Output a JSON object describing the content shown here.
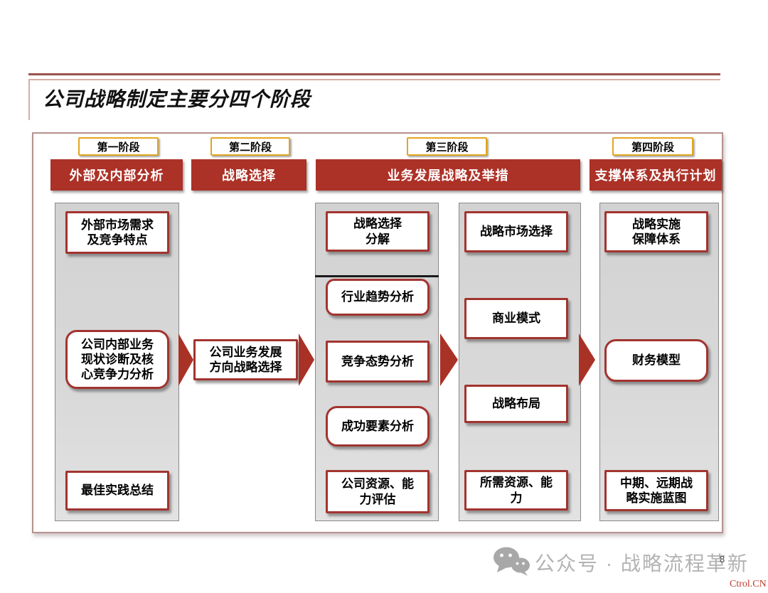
{
  "page": {
    "title": "公司战略制定主要分四个阶段",
    "page_number": "8"
  },
  "stages": [
    {
      "label": "第一阶段",
      "banner": "外部及内部分析"
    },
    {
      "label": "第二阶段",
      "banner": "战略选择"
    },
    {
      "label": "第三阶段",
      "banner": "业务发展战略及举措"
    },
    {
      "label": "第四阶段",
      "banner": "支撑体系及执行计划"
    }
  ],
  "flow": {
    "col1": [
      "外部市场需求\n及竞争特点",
      "公司内部业务\n现状诊断及核\n心竞争力分析",
      "最佳实践总结"
    ],
    "col2": [
      "公司业务发展\n方向战略选择"
    ],
    "col3a": [
      "战略选择\n分解",
      "行业趋势分析",
      "竞争态势分析",
      "成功要素分析",
      "公司资源、能\n力评估"
    ],
    "col3b": [
      "战略市场选择",
      "商业模式",
      "战略布局",
      "所需资源、能\n力"
    ],
    "col4": [
      "战略实施\n保障体系",
      "财务模型",
      "中期、远期战\n略实施蓝图"
    ]
  },
  "watermark": {
    "icon": "wechat-icon",
    "text": "公众号 · 战略流程革新",
    "site": "Ctrol.CN"
  },
  "colors": {
    "banner_red": "#AC3127",
    "box_border_red": "#A2342F",
    "arrow_red": "#A93226",
    "stage_border_gold": "#E2A61F",
    "column_gray": "#D6D6D6",
    "frame_border": "#B5928E",
    "watermark_gray": "#B3B3B3",
    "site_red": "#C0392B"
  }
}
